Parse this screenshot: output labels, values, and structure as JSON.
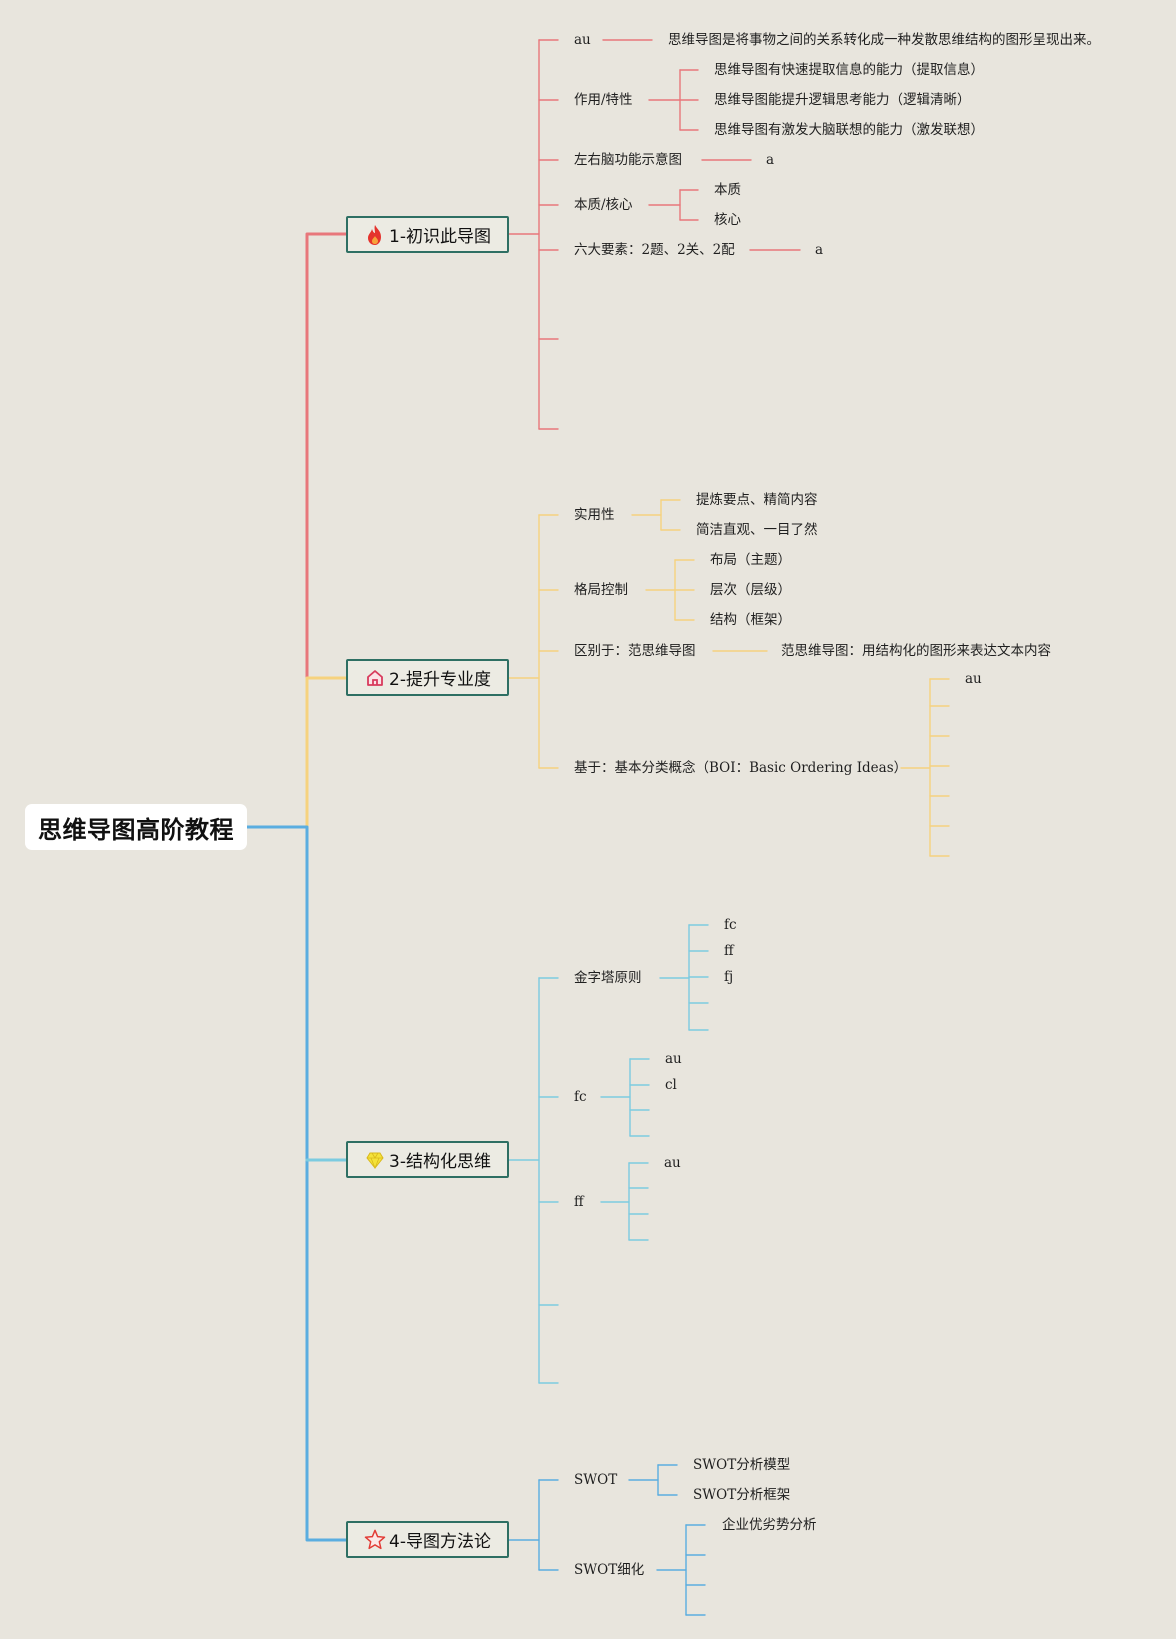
{
  "root": {
    "label": "思维导图高阶教程"
  },
  "branches": {
    "b1": {
      "label": "1-初识此导图",
      "icon": "flame-icon",
      "color": "#e8777b",
      "children": {
        "au": {
          "label": "au",
          "leaf": "思维导图是将事物之间的关系转化成一种发散思维结构的图形呈现出来。"
        },
        "traits": {
          "label": "作用/特性",
          "items": [
            "思维导图有快速提取信息的能力（提取信息）",
            "思维导图能提升逻辑思考能力（逻辑清晰）",
            "思维导图有激发大脑联想的能力（激发联想）"
          ]
        },
        "brain": {
          "label": "左右脑功能示意图",
          "leaf": "a"
        },
        "core": {
          "label": "本质/核心",
          "items": [
            "本质",
            "核心"
          ]
        },
        "six": {
          "label": "六大要素：2题、2关、2配",
          "leaf": "a"
        }
      }
    },
    "b2": {
      "label": "2-提升专业度",
      "icon": "house-icon",
      "color": "#f6d27e",
      "children": {
        "practical": {
          "label": "实用性",
          "items": [
            "提炼要点、精简内容",
            "简洁直观、一目了然"
          ]
        },
        "layout": {
          "label": "格局控制",
          "items": [
            "布局（主题）",
            "层次（层级）",
            "结构（框架）"
          ]
        },
        "diff": {
          "label": "区别于：范思维导图",
          "leaf": "范思维导图：用结构化的图形来表达文本内容"
        },
        "boi": {
          "label": "基于：基本分类概念（BOI：Basic Ordering Ideas）",
          "items": [
            "au"
          ]
        }
      }
    },
    "b3": {
      "label": "3-结构化思维",
      "icon": "gem-icon",
      "color": "#7ccbe0",
      "children": {
        "pyramid": {
          "label": "金字塔原则",
          "items": [
            "fc",
            "ff",
            "fj"
          ]
        },
        "fc": {
          "label": "fc",
          "items": [
            "au",
            "cl"
          ]
        },
        "ff": {
          "label": "ff",
          "items": [
            "au"
          ]
        }
      }
    },
    "b4": {
      "label": "4-导图方法论",
      "icon": "star-icon",
      "color": "#5aade0",
      "children": {
        "swot": {
          "label": "SWOT",
          "items": [
            "SWOT分析模型",
            "SWOT分析框架"
          ]
        },
        "swot_detail": {
          "label": "SWOT细化",
          "items": [
            "企业优劣势分析"
          ]
        }
      }
    }
  },
  "colors": {
    "background": "#e8e5dd",
    "branch_border": "#2e6f63",
    "root_line": "#5aade0",
    "red": "#e8777b",
    "yellow": "#f6d27e",
    "cyan": "#7ccbe0",
    "blue": "#5aade0"
  }
}
